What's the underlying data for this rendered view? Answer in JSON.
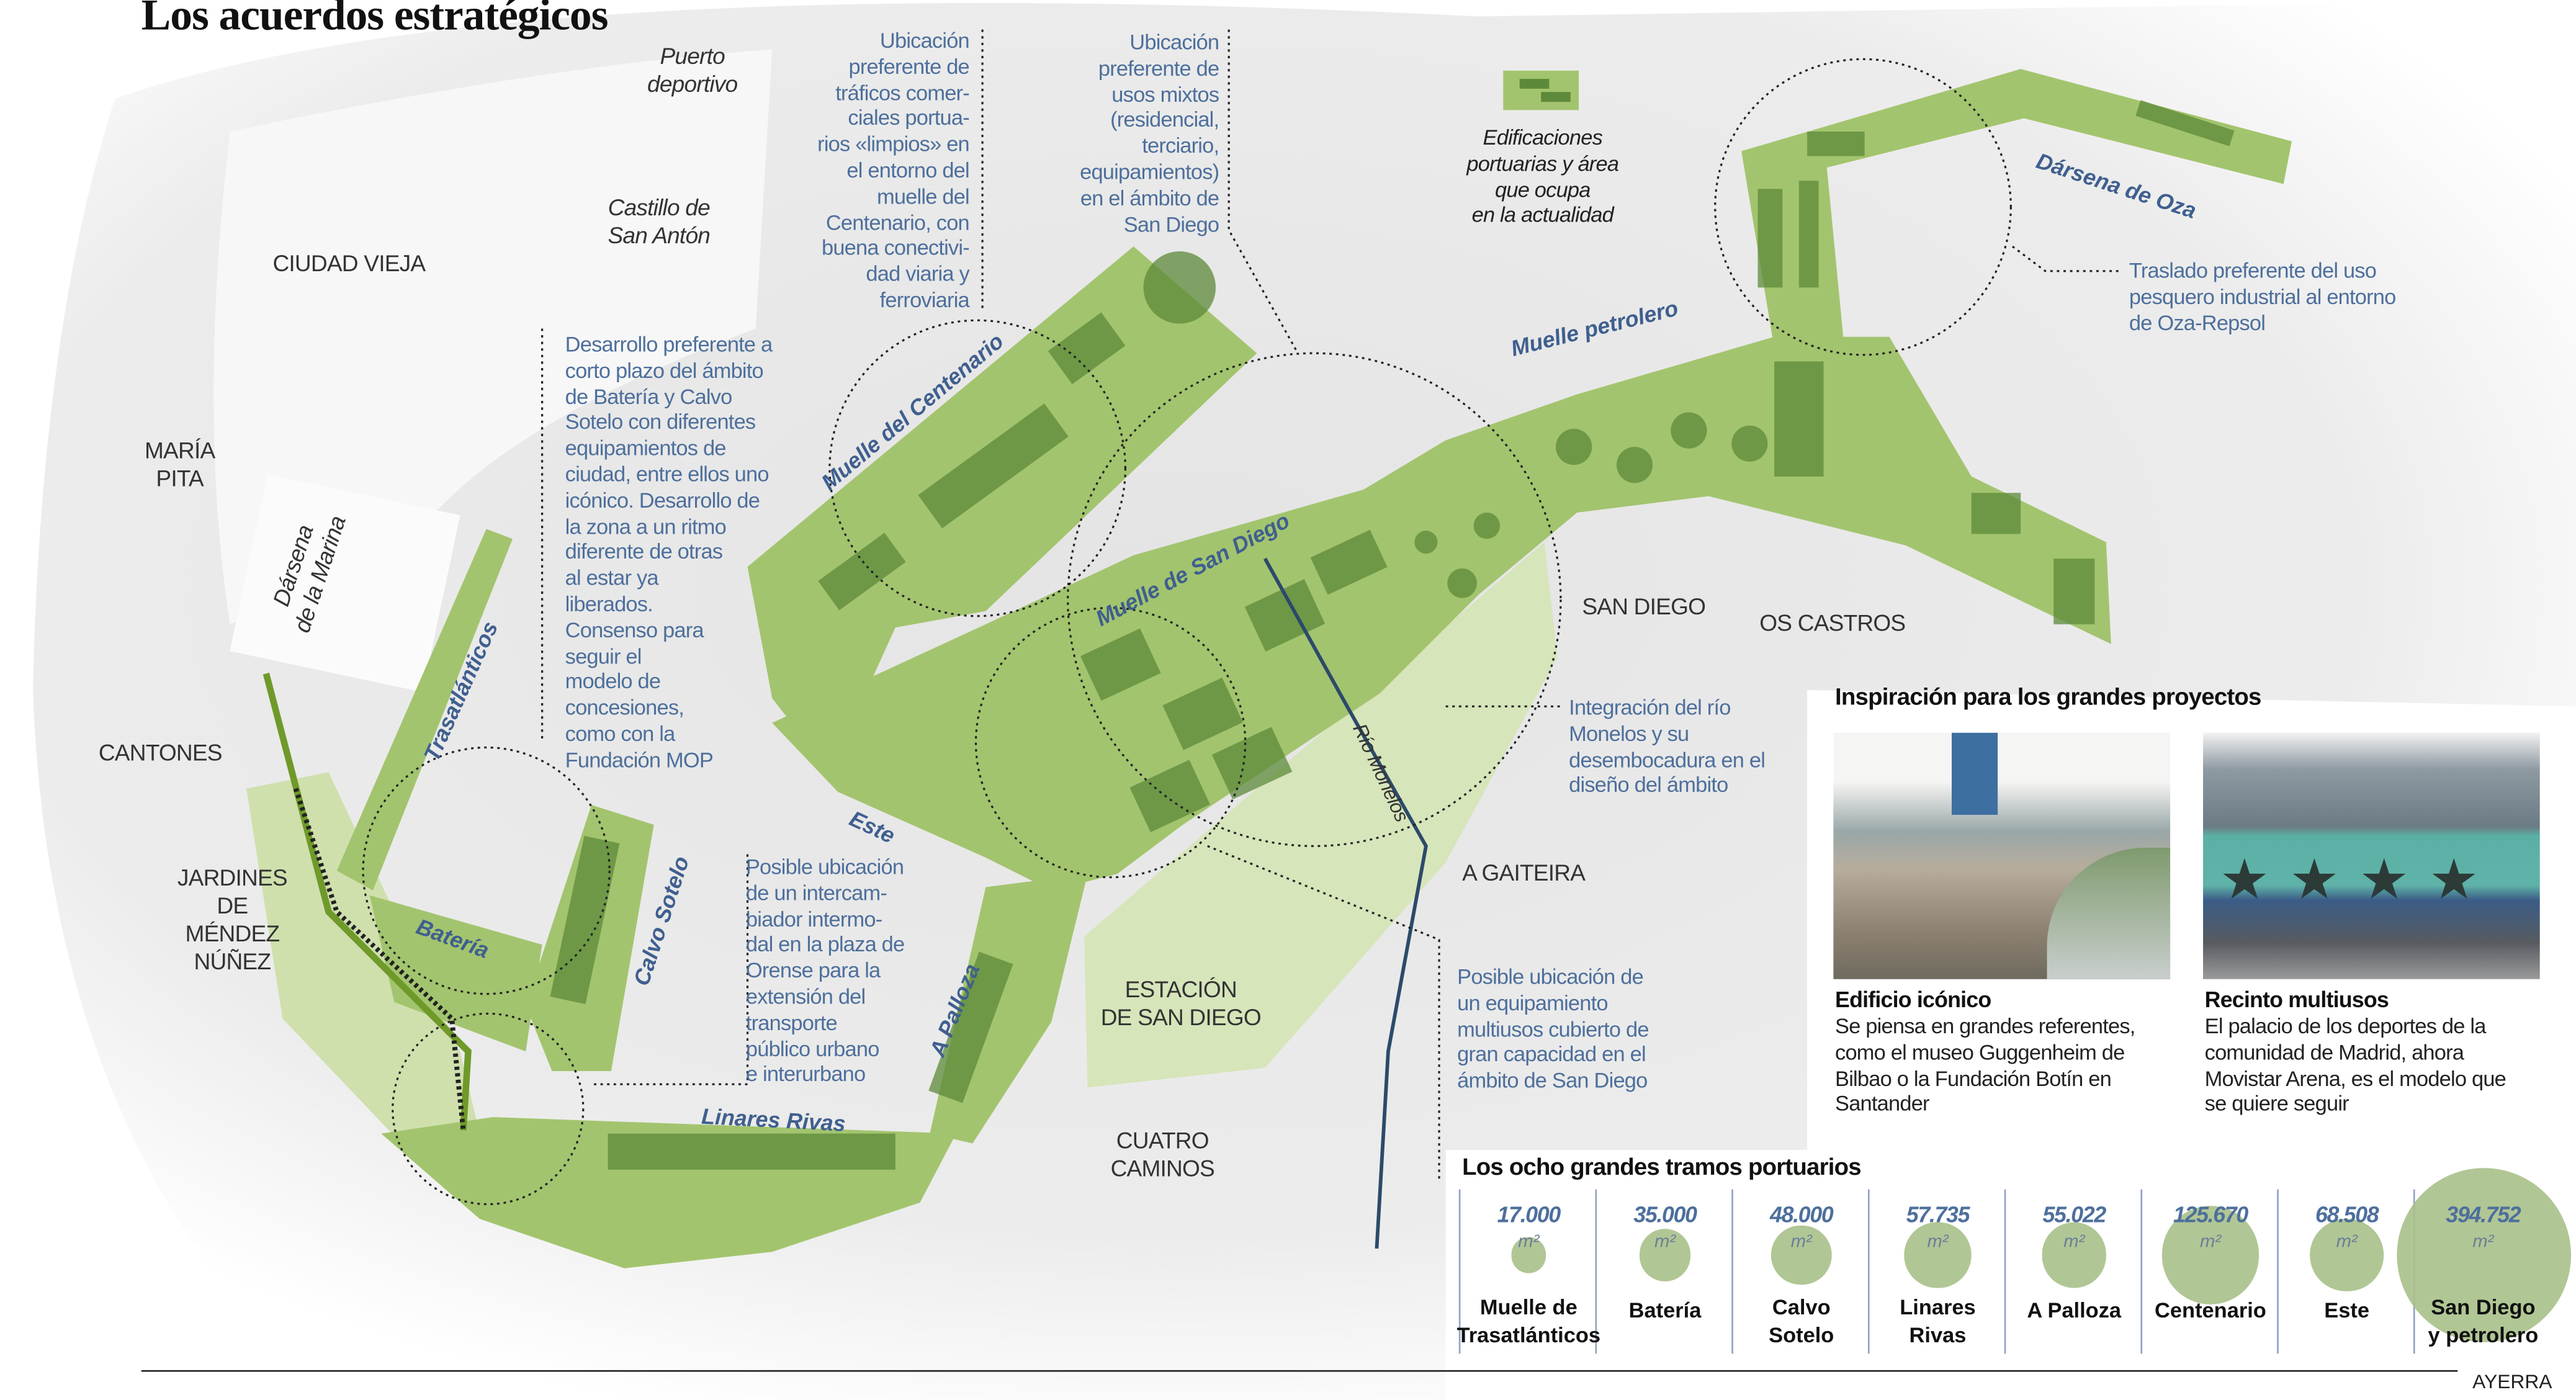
{
  "title": "Los acuerdos estratégicos",
  "colors": {
    "port_green": "#a3c46e",
    "dark_green": "#5d8a3a",
    "light_green": "#d3e4b1",
    "label_blue": "#4d6f9c",
    "river": "#2c4a6a"
  },
  "map": {
    "places": {
      "puerto_deportivo": "Puerto\ndeportivo",
      "castillo": "Castillo de\nSan Antón",
      "ciudad_vieja": "CIUDAD VIEJA",
      "maria_pita": "MARÍA\nPITA",
      "darsena_marina": "Dársena\nde la Marina",
      "cantones": "CANTONES",
      "jardines": "JARDINES\nDE\nMÉNDEZ\nNÚÑEZ",
      "san_diego": "SAN DIEGO",
      "os_castros": "OS CASTROS",
      "a_gaiteira": "A GAITEIRA",
      "estacion": "ESTACIÓN\nDE SAN DIEGO",
      "cuatro_caminos": "CUATRO\nCAMINOS",
      "rio_monelos": "Río Monelos"
    },
    "piers": {
      "centenario": "Muelle del Centenario",
      "san_diego": "Muelle de San Diego",
      "petrolero": "Muelle petrolero",
      "oza": "Dársena de Oza",
      "trasatlanticos": "Trasatlánticos",
      "bateria": "Batería",
      "calvo_sotelo": "Calvo Sotelo",
      "este": "Este",
      "a_palloza": "A Palloza",
      "linares_rivas": "Linares Rivas"
    },
    "legend": {
      "icon": "building-footprint-icon",
      "text": "Edificaciones\nportuarias y área\nque ocupa\nen la actualidad"
    },
    "annotations": {
      "centenario": "Ubicación\npreferente de\ntráficos comer-\nciales portua-\nrios «limpios» en\nel entorno del\nmuelle del\nCentenario, con\nbuena conectivi-\ndad viaria y\nferroviaria",
      "san_diego": "Ubicación\npreferente de\nusos mixtos\n(residencial,\nterciario,\nequipamientos)\nen el ámbito de\nSan Diego",
      "oza": "Traslado preferente del uso\npesquero industrial al entorno\nde Oza-Repsol",
      "bateria": "Desarrollo preferente a\ncorto plazo del ámbito\nde Batería y Calvo\nSotelo con diferentes\nequipamientos de\nciudad, entre ellos uno\nicónico. Desarrollo de\nla zona a un ritmo\ndiferente de otras\nal estar ya\nliberados.\nConsenso para\nseguir el\nmodelo de\nconcesiones,\ncomo con la\nFundación MOP",
      "intercambiador": "Posible ubicación\nde un intercam-\nbiador intermo-\ndal en la plaza de\nOrense para la\nextensión del\ntransporte\npúblico urbano\ne interurbano",
      "monelos": "Integración del río\nMonelos y su\ndesembocadura en el\ndiseño del ámbito",
      "multiusos": "Posible ubicación de\nun equipamiento\nmultiusos cubierto de\ngran capacidad en el\námbito de San Diego"
    }
  },
  "inspiration": {
    "title": "Inspiración para los grandes proyectos",
    "items": [
      {
        "heading": "Edificio icónico",
        "text": "Se piensa en grandes referentes,\ncomo el museo Guggenheim de\nBilbao o la Fundación Botín en\nSantander"
      },
      {
        "heading": "Recinto multiusos",
        "text": "El palacio de los deportes de la\ncomunidad de Madrid, ahora\nMovistar Arena, es el modelo que\nse quiere seguir"
      }
    ]
  },
  "chart_data": {
    "type": "bubble",
    "title": "Los ocho grandes tramos portuarios",
    "unit": "m²",
    "categories": [
      "Muelle de\nTrasatlánticos",
      "Batería",
      "Calvo\nSotelo",
      "Linares\nRivas",
      "A Palloza",
      "Centenario",
      "Este",
      "San Diego\ny petrolero"
    ],
    "values": [
      17000,
      35000,
      48000,
      57735,
      55022,
      125670,
      68508,
      394752
    ],
    "labels": [
      "17.000",
      "35.000",
      "48.000",
      "57.735",
      "55.022",
      "125.670",
      "68.508",
      "394.752"
    ]
  },
  "credit": "AYERRA"
}
